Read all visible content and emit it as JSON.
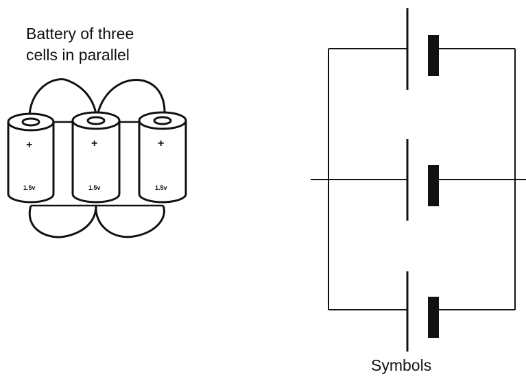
{
  "battery_title": {
    "line1": "Battery of three",
    "line2": "cells in parallel"
  },
  "cells": [
    {
      "terminal": "+",
      "label": "1.5v"
    },
    {
      "terminal": "+",
      "label": "1.5v"
    },
    {
      "terminal": "+",
      "label": "1.5v"
    }
  ],
  "symbols_caption": "Symbols",
  "colors": {
    "ink": "#111111",
    "background": "#ffffff"
  }
}
